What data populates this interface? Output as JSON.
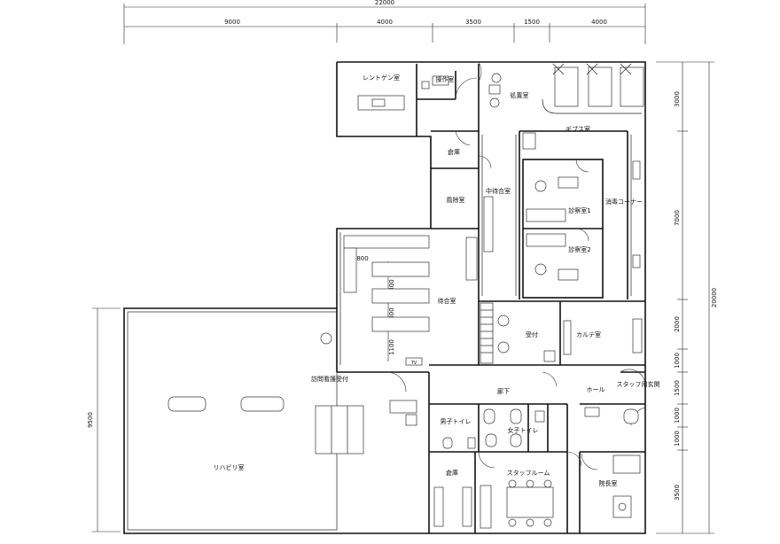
{
  "dimensions": {
    "total_width": "22000",
    "top_segments": [
      "9000",
      "4000",
      "3500",
      "1500",
      "4000"
    ],
    "right_total": "20000",
    "right_segments": [
      "3000",
      "7000",
      "2000",
      "1000",
      "1500",
      "1000",
      "1000",
      "3500"
    ],
    "left_height": "9500",
    "waiting_room_rows": [
      "800",
      "800",
      "800",
      "1100"
    ]
  },
  "rooms": {
    "xray": "レントゲン室",
    "control": "操作室",
    "treatment": "処置室",
    "cast": "ギプス室",
    "storage_upper": "倉庫",
    "isolation": "風除室",
    "inner_waiting": "中待合室",
    "exam1": "診察室1",
    "exam2": "診察室2",
    "sterilization": "消毒コーナー",
    "waiting": "待合室",
    "reception": "受付",
    "records": "カルテ室",
    "visiting_nurse": "訪問看護受付",
    "corridor": "廊下",
    "hall": "ホール",
    "staff_entrance": "スタッフ用玄関",
    "mens_toilet": "男子トイレ",
    "womens_toilet": "女子トイレ",
    "storage_lower": "倉庫",
    "staff_room": "スタッフルーム",
    "director": "院長室",
    "rehab": "リハビリ室"
  },
  "labels": {
    "tv": "TV"
  }
}
